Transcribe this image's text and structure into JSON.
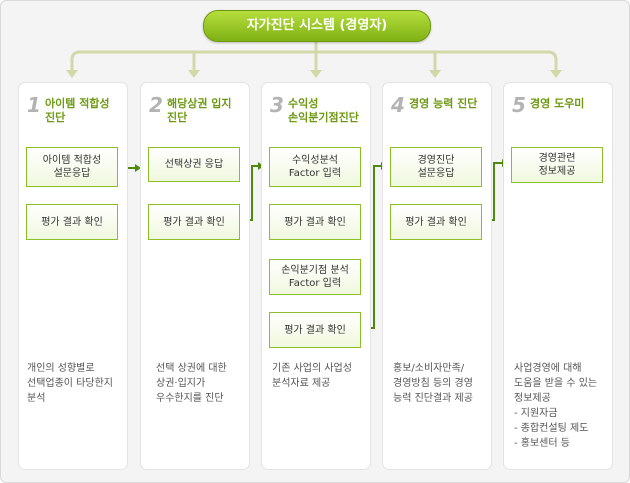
{
  "title": "자가진단 시스템 (경영자)",
  "columns": [
    {
      "num": "1",
      "title": "아이템 적합성\n진단",
      "boxes": [
        "아이템 적합성\n설문응답",
        "평가 결과 확인"
      ],
      "desc": "개인의 성향별로\n선택업종이 타당한지\n분석"
    },
    {
      "num": "2",
      "title": "해당상권 입지\n진단",
      "boxes": [
        "선택상권 응답",
        "평가 결과 확인"
      ],
      "desc": "선택 상권에 대한\n상권·입지가\n우수한지를 진단"
    },
    {
      "num": "3",
      "title": "수익성\n손익분기점진단",
      "boxes": [
        "수익성분석\nFactor 입력",
        "평가 결과 확인",
        "손익분기점 분석\nFactor 입력",
        "평가 결과 확인"
      ],
      "desc": "기존 사업의 사업성\n분석자료 제공"
    },
    {
      "num": "4",
      "title": "경영 능력 진단",
      "boxes": [
        "경영진단\n설문응답",
        "평가 결과 확인"
      ],
      "desc": "홍보/소비자만족/\n경영방침 등의 경영\n능력 진단결과 제공"
    },
    {
      "num": "5",
      "title": "경영 도우미",
      "boxes": [
        "경영관련\n정보제공"
      ],
      "desc": "사업경영에 대해\n도움을 받을 수 있는\n정보제공\n - 지원자금\n - 종합컨설팅 제도\n - 홍보센터 등"
    }
  ],
  "colors": {
    "accent": "#7fb114",
    "line": "#d3d8a8",
    "arrow": "#4f8a10"
  }
}
